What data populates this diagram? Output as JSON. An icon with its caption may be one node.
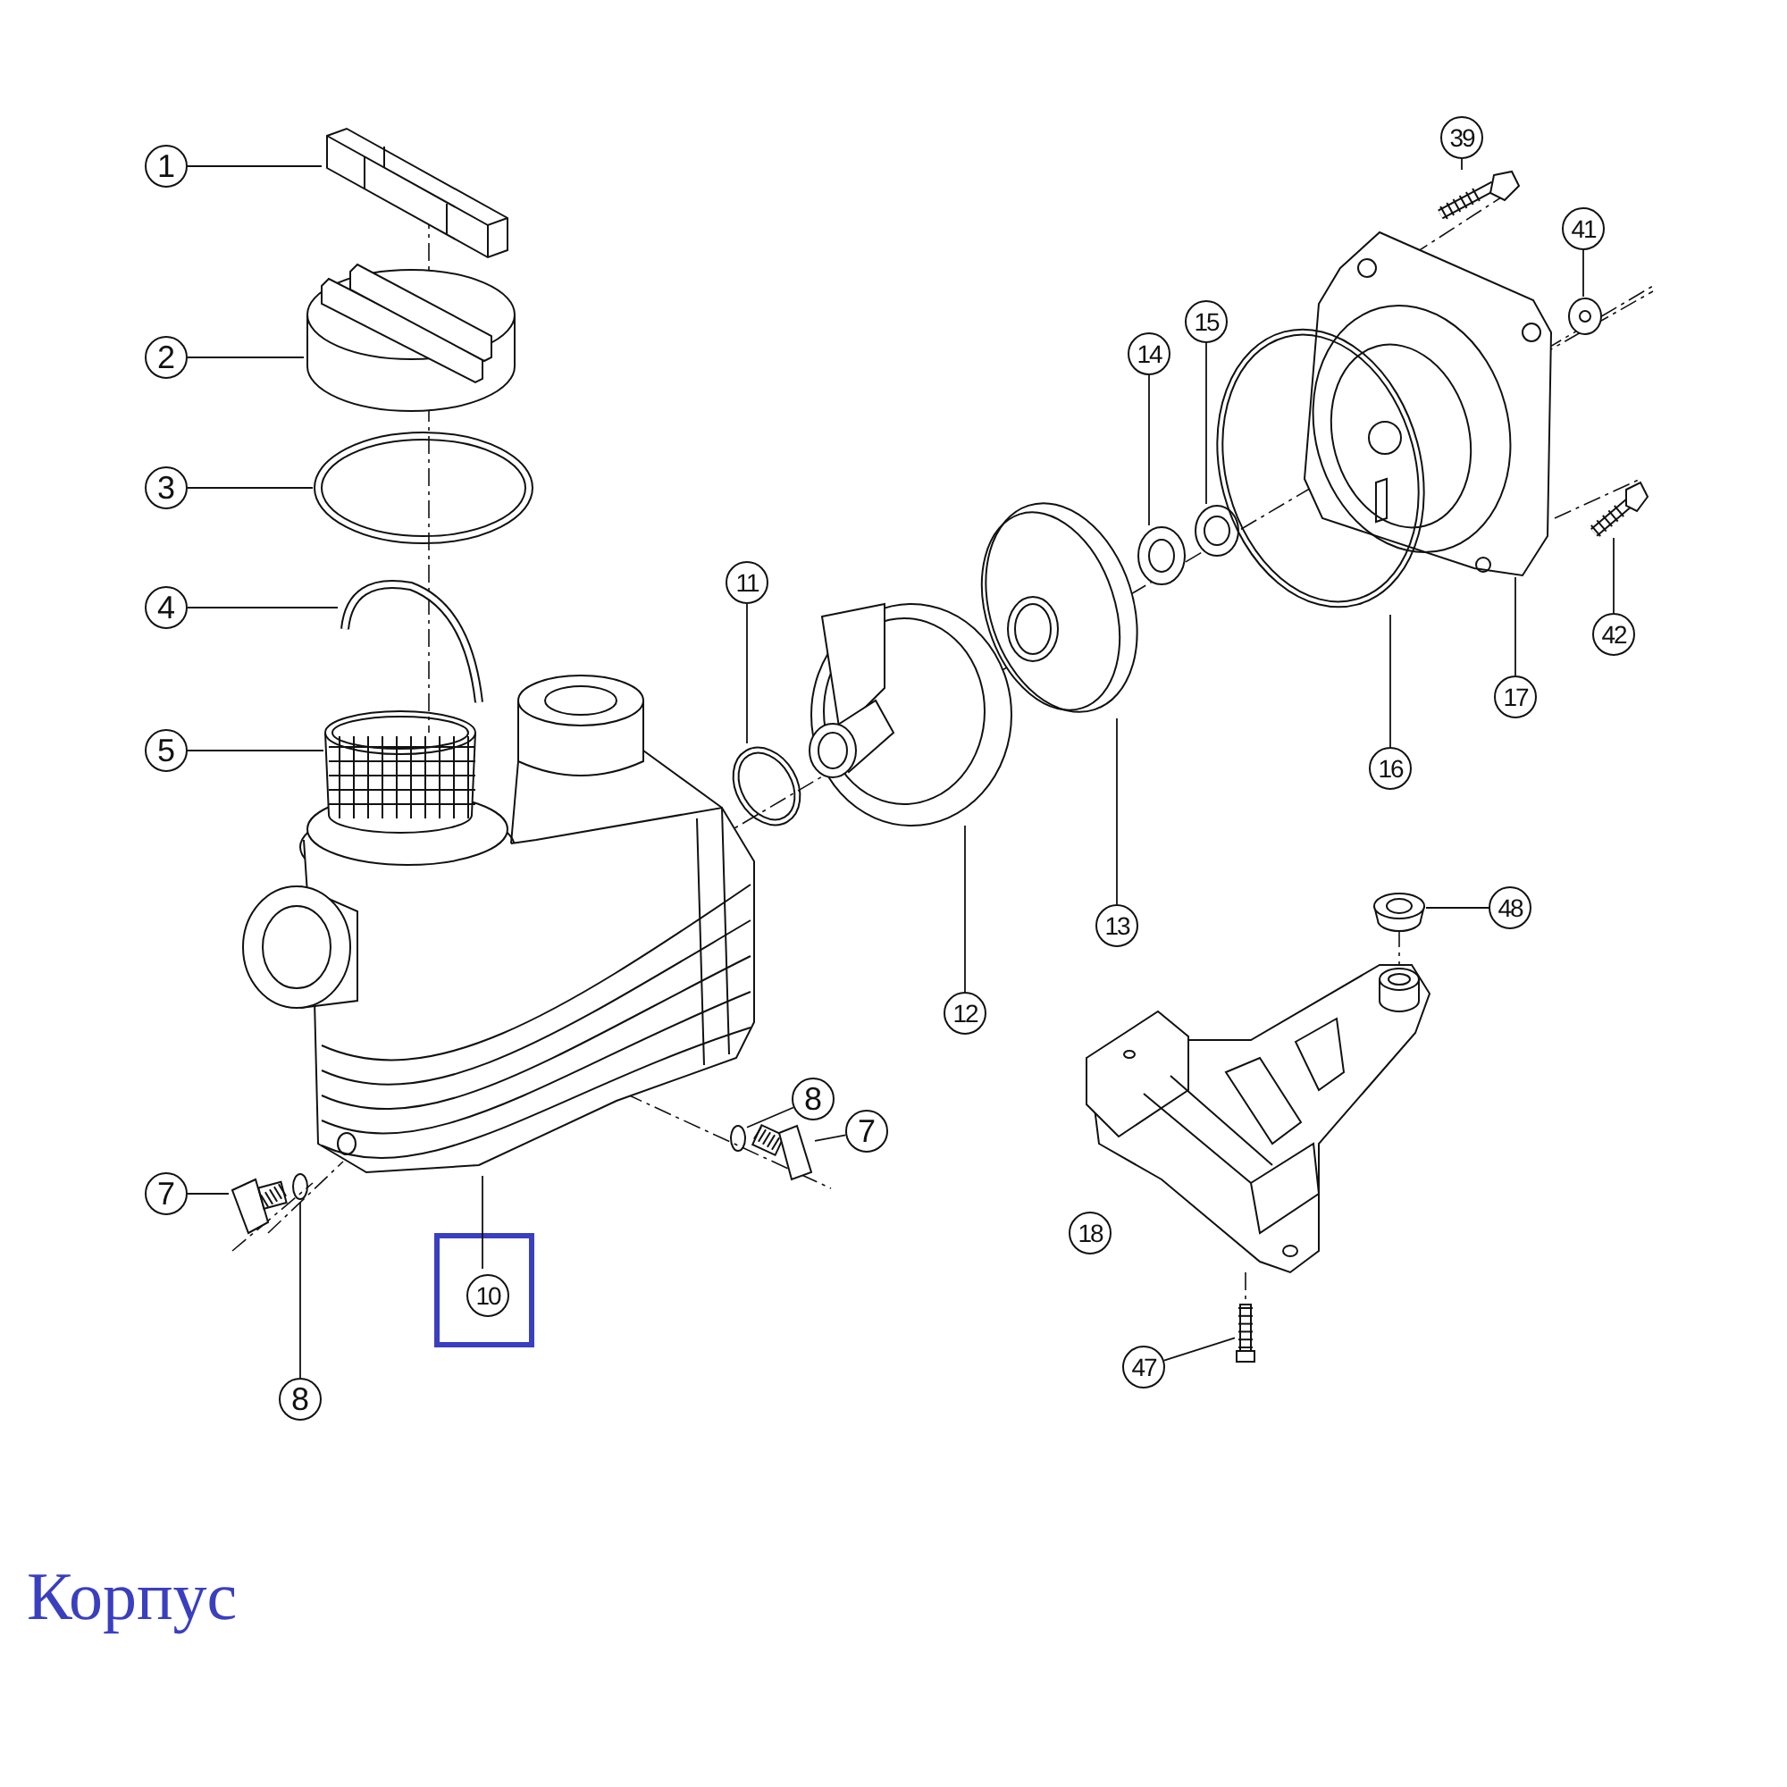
{
  "diagram": {
    "caption": "Корпус",
    "nodes": [
      {
        "text": [
          "1"
        ]
      },
      {
        "text": [
          "2"
        ]
      },
      {
        "text": [
          "3"
        ]
      },
      {
        "text": [
          "4"
        ]
      },
      {
        "text": [
          "5"
        ]
      },
      {
        "text": [
          "7"
        ]
      },
      {
        "text": [
          "8"
        ]
      },
      {
        "text": [],
        "shape": "box"
      },
      {
        "text": [
          "10"
        ],
        "in": 7
      },
      {
        "text": [
          "8"
        ]
      },
      {
        "text": [
          "7"
        ]
      },
      {
        "text": [
          "11"
        ]
      },
      {
        "text": [
          "12"
        ]
      },
      {
        "text": [
          "13"
        ]
      },
      {
        "text": [
          "14"
        ]
      },
      {
        "text": [
          "15"
        ]
      },
      {
        "text": [
          "16"
        ]
      },
      {
        "text": [
          "17"
        ]
      },
      {
        "text": [
          "39"
        ]
      },
      {
        "text": [
          "41"
        ]
      },
      {
        "text": [
          "42"
        ]
      },
      {
        "text": [
          "48"
        ]
      },
      {
        "text": [
          "18"
        ]
      },
      {
        "text": [
          "47"
        ]
      },
      {
        "text": [],
        "shape": "picture"
      },
      {
        "text": [],
        "shape": "cylinder"
      },
      {
        "text": [],
        "shape": "picture"
      },
      {
        "text": [],
        "shape": "picture"
      },
      {
        "text": [],
        "shape": "picture"
      },
      {
        "text": [],
        "shape": "picture"
      },
      {
        "text": [],
        "shape": "circle"
      },
      {
        "text": [],
        "shape": "picture"
      },
      {
        "text": [],
        "shape": "circle"
      },
      {
        "text": [],
        "shape": "picture"
      },
      {
        "text": [],
        "shape": "picture"
      },
      {
        "text": [],
        "shape": "picture"
      },
      {
        "text": [],
        "shape": "picture"
      },
      {
        "text": [],
        "shape": "picture"
      },
      {
        "text": [],
        "shape": "picture"
      },
      {
        "text": [],
        "shape": "picture"
      },
      {
        "text": [],
        "shape": "picture"
      },
      {
        "text": [],
        "shape": "picture"
      },
      {
        "text": [],
        "shape": "picture"
      },
      {
        "text": [],
        "shape": "picture"
      },
      {
        "text": [],
        "shape": "picture"
      },
      {
        "text": [],
        "shape": "picture"
      },
      {
        "text": [],
        "shape": "bar"
      }
    ],
    "edges": [
      {
        "from": 0,
        "to": 24,
        "arrow": "none"
      },
      {
        "from": 1,
        "to": 25,
        "arrow": "none"
      },
      {
        "from": 2,
        "to": 26,
        "arrow": "none"
      },
      {
        "from": 3,
        "to": 27,
        "arrow": "none"
      },
      {
        "from": 4,
        "to": 28,
        "arrow": "none"
      },
      {
        "from": 5,
        "to": 29,
        "arrow": "none"
      },
      {
        "from": 6,
        "to": 30,
        "arrow": "none"
      },
      {
        "from": 8,
        "to": 31,
        "arrow": "none"
      },
      {
        "from": 9,
        "to": 32,
        "arrow": "none"
      },
      {
        "from": 10,
        "to": 33,
        "arrow": "none"
      },
      {
        "from": 11,
        "to": 34,
        "arrow": "none"
      },
      {
        "from": 12,
        "to": 35,
        "arrow": "none"
      },
      {
        "from": 13,
        "to": 36,
        "arrow": "none"
      },
      {
        "from": 14,
        "to": 37,
        "arrow": "none"
      },
      {
        "from": 15,
        "to": 38,
        "arrow": "none"
      },
      {
        "from": 16,
        "to": 39,
        "arrow": "none"
      },
      {
        "from": 17,
        "to": 40,
        "arrow": "none"
      },
      {
        "from": 18,
        "to": 41,
        "arrow": "none"
      },
      {
        "from": 19,
        "to": 42,
        "arrow": "none"
      },
      {
        "from": 20,
        "to": 43,
        "arrow": "none"
      },
      {
        "from": 21,
        "to": 44,
        "arrow": "none"
      },
      {
        "from": 22,
        "to": 45,
        "arrow": "none"
      },
      {
        "from": 23,
        "to": 46,
        "arrow": "none"
      }
    ]
  }
}
